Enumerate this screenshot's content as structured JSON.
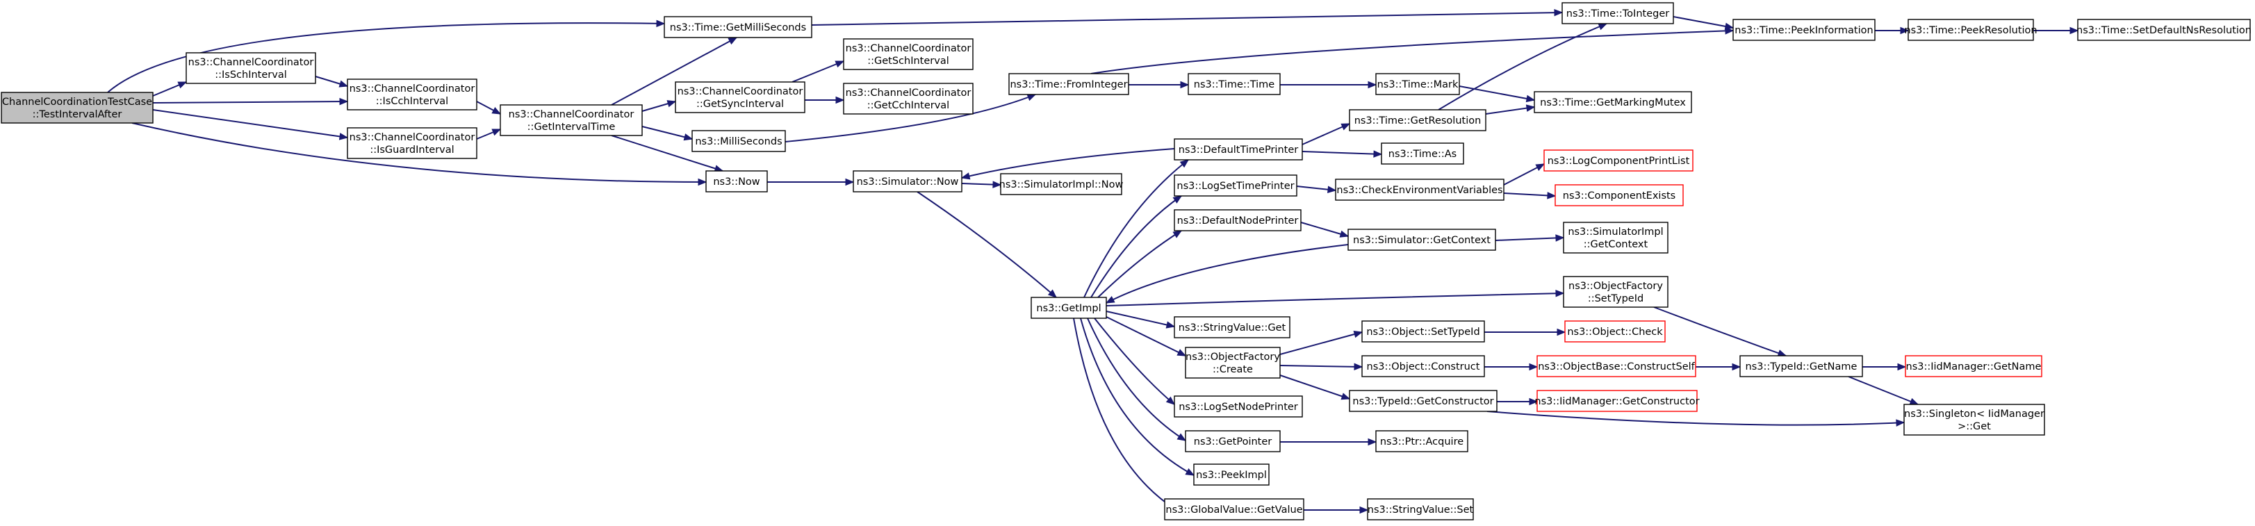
{
  "graph": {
    "title": "",
    "nodes": [
      {
        "id": "root",
        "lines": [
          "ChannelCoordinationTestCase",
          "::TestIntervalAfter"
        ],
        "style": "root"
      },
      {
        "id": "isSch",
        "lines": [
          "ns3::ChannelCoordinator",
          "::IsSchInterval"
        ]
      },
      {
        "id": "isCch",
        "lines": [
          "ns3::ChannelCoordinator",
          "::IsCchInterval"
        ]
      },
      {
        "id": "isGuard",
        "lines": [
          "ns3::ChannelCoordinator",
          "::IsGuardInterval"
        ]
      },
      {
        "id": "getInterval",
        "lines": [
          "ns3::ChannelCoordinator",
          "::GetIntervalTime"
        ]
      },
      {
        "id": "getMilli",
        "lines": [
          "ns3::Time::GetMilliSeconds"
        ]
      },
      {
        "id": "getSync",
        "lines": [
          "ns3::ChannelCoordinator",
          "::GetSyncInterval"
        ]
      },
      {
        "id": "getSchI",
        "lines": [
          "ns3::ChannelCoordinator",
          "::GetSchInterval"
        ]
      },
      {
        "id": "getCchI",
        "lines": [
          "ns3::ChannelCoordinator",
          "::GetCchInterval"
        ]
      },
      {
        "id": "milliSec",
        "lines": [
          "ns3::MilliSeconds"
        ]
      },
      {
        "id": "now",
        "lines": [
          "ns3::Now"
        ]
      },
      {
        "id": "simNow",
        "lines": [
          "ns3::Simulator::Now"
        ]
      },
      {
        "id": "simImplNow",
        "lines": [
          "ns3::SimulatorImpl::Now"
        ]
      },
      {
        "id": "fromInt",
        "lines": [
          "ns3::Time::FromInteger"
        ]
      },
      {
        "id": "timeTime",
        "lines": [
          "ns3::Time::Time"
        ]
      },
      {
        "id": "timeMark",
        "lines": [
          "ns3::Time::Mark"
        ]
      },
      {
        "id": "getMarking",
        "lines": [
          "ns3::Time::GetMarkingMutex"
        ]
      },
      {
        "id": "toInteger",
        "lines": [
          "ns3::Time::ToInteger"
        ]
      },
      {
        "id": "peekInfo",
        "lines": [
          "ns3::Time::PeekInformation"
        ]
      },
      {
        "id": "peekRes",
        "lines": [
          "ns3::Time::PeekResolution"
        ]
      },
      {
        "id": "setDefRes",
        "lines": [
          "ns3::Time::SetDefaultNsResolution"
        ]
      },
      {
        "id": "getRes",
        "lines": [
          "ns3::Time::GetResolution"
        ]
      },
      {
        "id": "defTimePrinter",
        "lines": [
          "ns3::DefaultTimePrinter"
        ]
      },
      {
        "id": "timeAs",
        "lines": [
          "ns3::Time::As"
        ]
      },
      {
        "id": "logSetTime",
        "lines": [
          "ns3::LogSetTimePrinter"
        ]
      },
      {
        "id": "checkEnv",
        "lines": [
          "ns3::CheckEnvironmentVariables"
        ]
      },
      {
        "id": "logCompPrint",
        "lines": [
          "ns3::LogComponentPrintList"
        ],
        "style": "red"
      },
      {
        "id": "compExists",
        "lines": [
          "ns3::ComponentExists"
        ],
        "style": "red"
      },
      {
        "id": "defNodePrinter",
        "lines": [
          "ns3::DefaultNodePrinter"
        ]
      },
      {
        "id": "simGetCtx",
        "lines": [
          "ns3::Simulator::GetContext"
        ]
      },
      {
        "id": "simImplGetCtx",
        "lines": [
          "ns3::SimulatorImpl",
          "::GetContext"
        ]
      },
      {
        "id": "getImpl",
        "lines": [
          "ns3::GetImpl"
        ]
      },
      {
        "id": "objFactSet",
        "lines": [
          "ns3::ObjectFactory",
          "::SetTypeId"
        ]
      },
      {
        "id": "strValGet",
        "lines": [
          "ns3::StringValue::Get"
        ]
      },
      {
        "id": "objFactCreate",
        "lines": [
          "ns3::ObjectFactory",
          "::Create"
        ]
      },
      {
        "id": "objSetType",
        "lines": [
          "ns3::Object::SetTypeId"
        ]
      },
      {
        "id": "objCheck",
        "lines": [
          "ns3::Object::Check"
        ],
        "style": "red"
      },
      {
        "id": "objConstruct",
        "lines": [
          "ns3::Object::Construct"
        ]
      },
      {
        "id": "objBaseCS",
        "lines": [
          "ns3::ObjectBase::ConstructSelf"
        ],
        "style": "red"
      },
      {
        "id": "typeIdGetName",
        "lines": [
          "ns3::TypeId::GetName"
        ]
      },
      {
        "id": "iidGetName",
        "lines": [
          "ns3::IidManager::GetName"
        ],
        "style": "red"
      },
      {
        "id": "typeIdGetCons",
        "lines": [
          "ns3::TypeId::GetConstructor"
        ]
      },
      {
        "id": "iidGetCons",
        "lines": [
          "ns3::IidManager::GetConstructor"
        ],
        "style": "red"
      },
      {
        "id": "singleton",
        "lines": [
          "ns3::Singleton< IidManager",
          " >::Get"
        ]
      },
      {
        "id": "logSetNode",
        "lines": [
          "ns3::LogSetNodePrinter"
        ]
      },
      {
        "id": "getPointer",
        "lines": [
          "ns3::GetPointer"
        ]
      },
      {
        "id": "ptrAcquire",
        "lines": [
          "ns3::Ptr::Acquire"
        ]
      },
      {
        "id": "peekImpl",
        "lines": [
          "ns3::PeekImpl"
        ]
      },
      {
        "id": "globalGetVal",
        "lines": [
          "ns3::GlobalValue::GetValue"
        ]
      },
      {
        "id": "strValSet",
        "lines": [
          "ns3::StringValue::Set"
        ]
      }
    ]
  }
}
